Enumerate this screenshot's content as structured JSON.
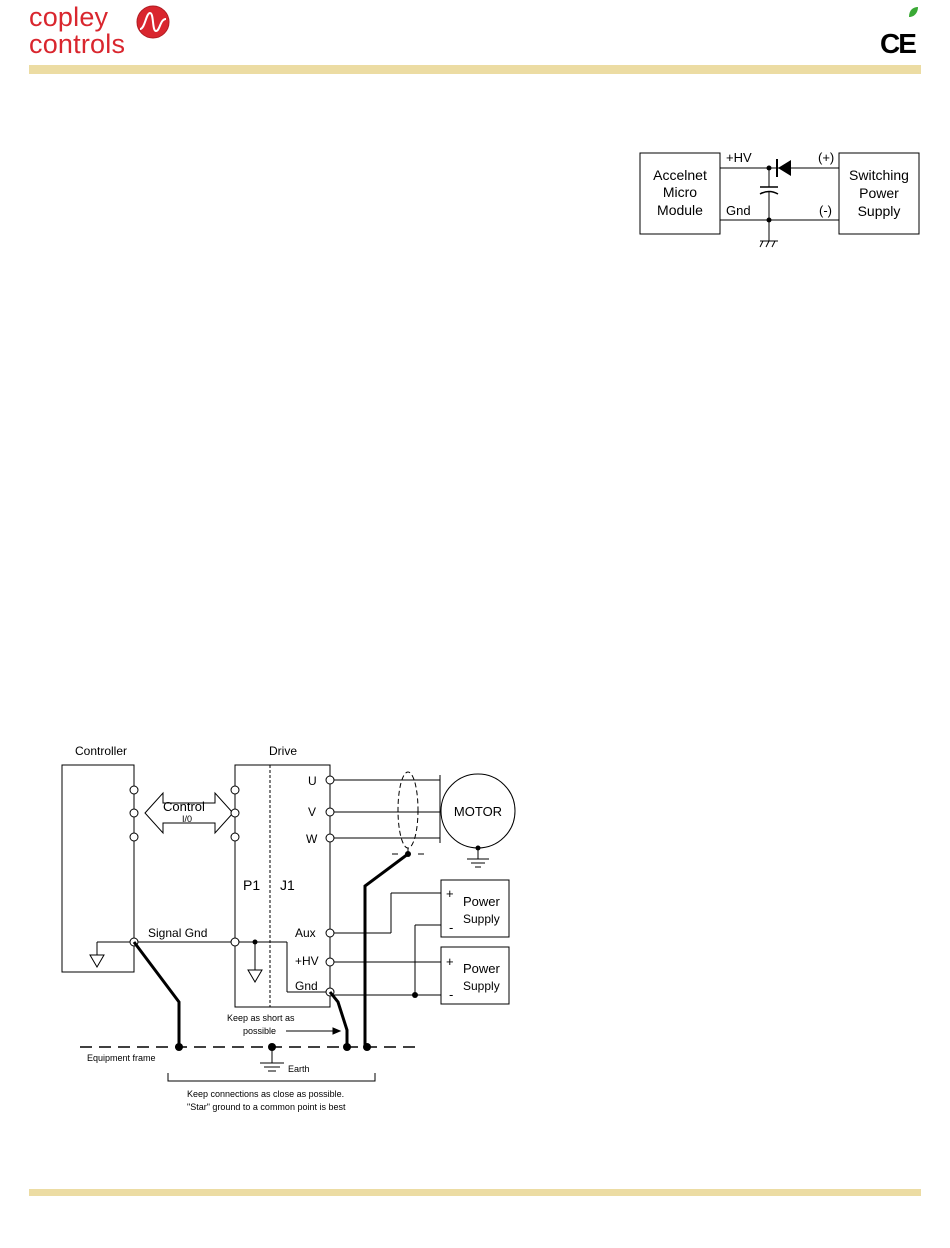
{
  "header": {
    "logo_line1": "copley",
    "logo_line2": "controls",
    "ce_mark": "CE",
    "colors": {
      "logo_red": "#d9262e",
      "rule_tan": "#ecdca3",
      "leaf_green": "#3aa935"
    }
  },
  "psu_diagram": {
    "module_line1": "Accelnet",
    "module_line2": "Micro",
    "module_line3": "Module",
    "hv_label": "+HV",
    "gnd_label": "Gnd",
    "plus_label": "(+)",
    "minus_label": "(-)",
    "supply_line1": "Switching",
    "supply_line2": "Power",
    "supply_line3": "Supply"
  },
  "grounding_diagram": {
    "controller_label": "Controller",
    "drive_label": "Drive",
    "control_label": "Control",
    "io_label": "I/0",
    "signal_gnd_label": "Signal Gnd",
    "p1_label": "P1",
    "j1_label": "J1",
    "u_label": "U",
    "v_label": "V",
    "w_label": "W",
    "aux_label": "Aux",
    "hv_label": "+HV",
    "gnd_label": "Gnd",
    "motor_label": "MOTOR",
    "ps1_plus": "+",
    "ps1_minus": "-",
    "ps1_line1": "Power",
    "ps1_line2": "Supply",
    "ps2_plus": "+",
    "ps2_minus": "-",
    "ps2_line1": "Power",
    "ps2_line2": "Supply",
    "short_note_line1": "Keep as short as",
    "short_note_line2": "possible",
    "equipment_frame_label": "Equipment frame",
    "earth_label": "Earth",
    "star_note_line1": "Keep connections as close as possible.",
    "star_note_line2": "\"Star\" ground to a common point is best"
  }
}
